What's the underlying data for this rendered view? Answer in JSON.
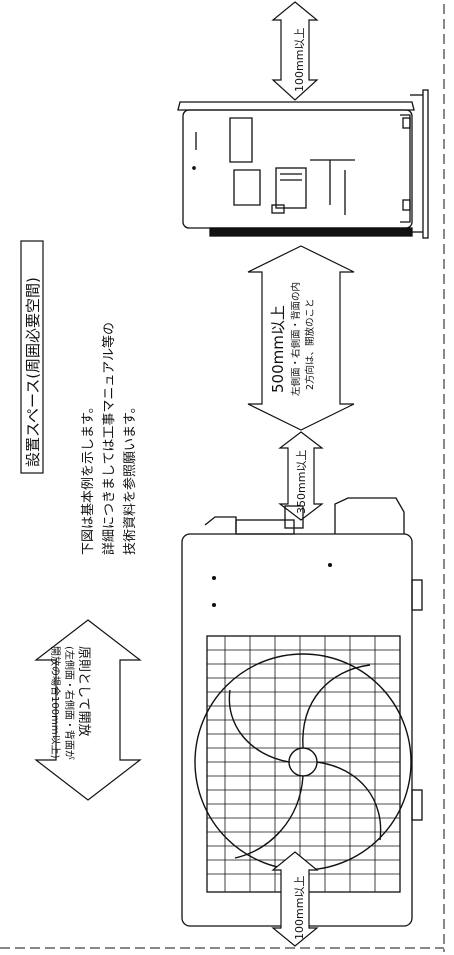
{
  "title": "設置スペース(周囲必要空間)",
  "notes": [
    "下図は基本例を示します。",
    "詳細につきましては工事マニュアル等の",
    "技術資料を参照願います。"
  ],
  "clearances": {
    "top_unit_right": "100mm以上",
    "middle_large_main": "500mm以上",
    "middle_large_sub1": "左側面・右側面・背面の内",
    "middle_large_sub2": "2方向は、開放のこと",
    "middle_small": "350mm以上",
    "bottom_unit_right": "100mm以上",
    "left_open_line1": "原則として開放",
    "left_open_line2": "(左側面・右側面・背面が",
    "left_open_line3": "開放の場合100mm以上)"
  },
  "colors": {
    "line": "#111111",
    "background": "#ffffff"
  },
  "icons": [
    "double-arrow-icon",
    "outdoor-unit-fan-icon",
    "outdoor-unit-side-icon"
  ]
}
